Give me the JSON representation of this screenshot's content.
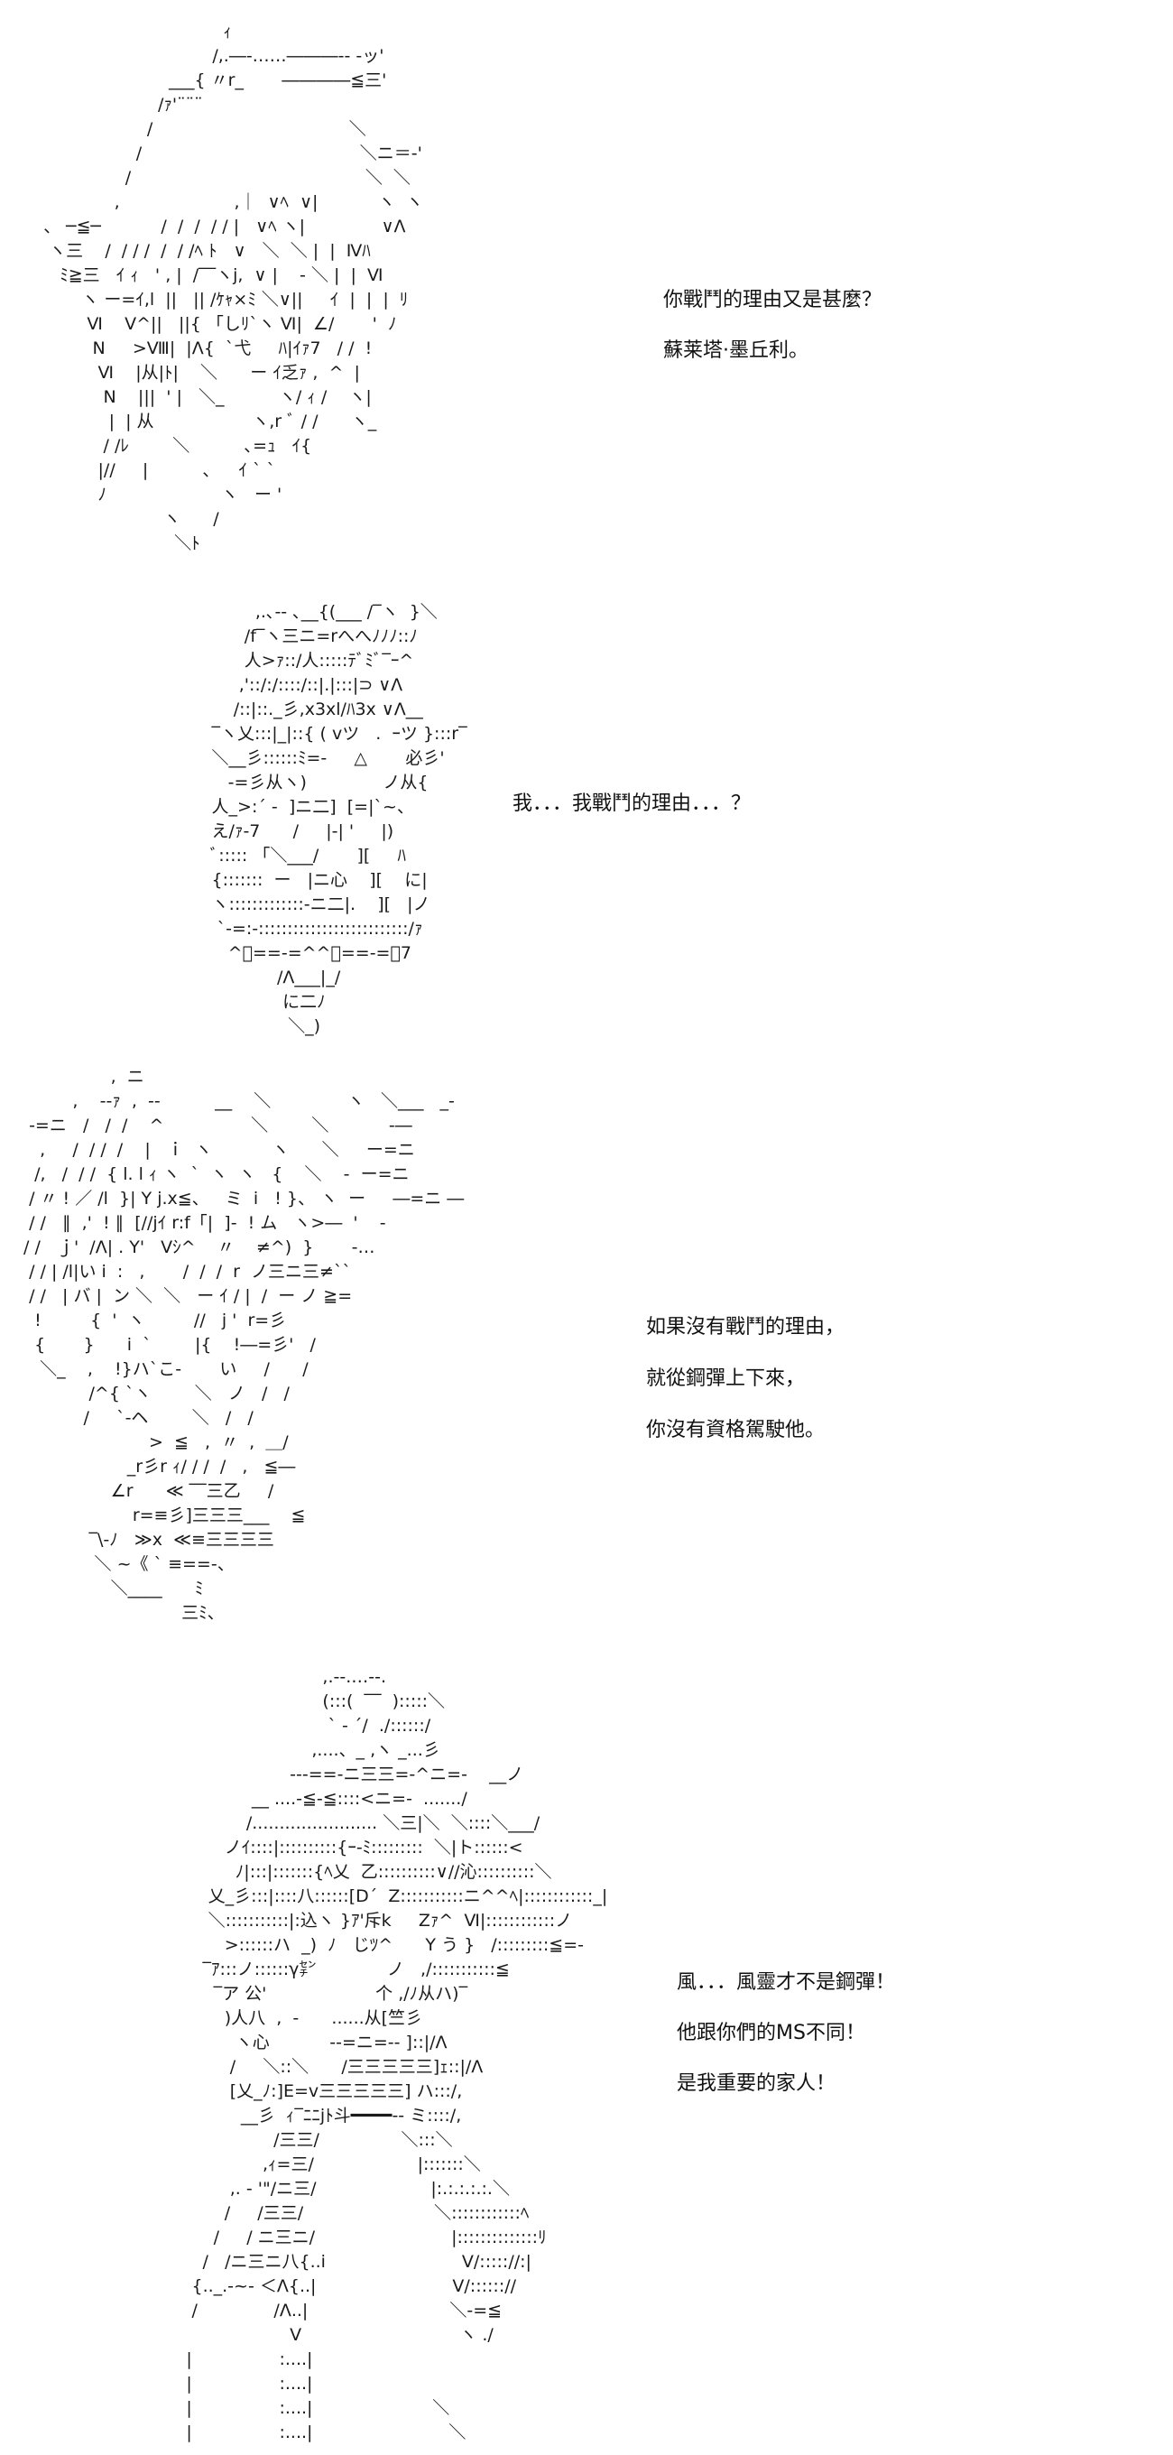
{
  "panels": [
    {
      "art": [
        "                                    ｨ",
        "                                  /,.―‐……―――-- ‐ッ'",
        "                          ___{ 〃r_       ――――≦三'",
        "                        /ｧ'¨¨¨",
        "                      /                                    ＼",
        "                    /                                        ＼ニ＝-'",
        "                  /                                           ＼  ＼",
        "                ,                     ,｜  ∨ﾍ  ∨|           ヽ  ヽ",
        "   、 ─≦─           /  /  /  / / |   ∨ﾍ ヽ|              ∨Λ",
        "    ヽ三    /  / / /  /  / /ﾍ ﾄ   ∨   ＼  ＼ |  |  Ⅳﾊ",
        "      ﾐ≧三   ｲ ｨ   ' , |  /‾‾ヽj,  ∨ |    - ＼ |  |  Ⅵ",
        "          ヽ ー=ｲ,l  ||   || /ｹｬ×ﾐ ＼∨||     ｲ  |  |  |  ﾘ",
        "           Ⅵ    V^||   ||{ 「しﾘ`ヽ Ⅵ|  ∠/       '  ﾉ",
        "            N     >Ⅷ|  |Λ{  `弋     ﾊ|ｲｧ7   / /  !",
        "             Ⅵ    |从|ﾄ|    ＼      ー ｲ乏ｧ ,  ^  |",
        "              N    |||  ' |   ＼_          ヽ/ ｨ /    ヽ|",
        "               |  | 从                  ヽ,r ﾞ / /      ヽ_",
        "              / /ﾚ        ＼          ､=ｭ   ｲ{",
        "             |//     |          ､     ｲ ` `",
        "             ﾉ                     ヽ   ー '",
        "                         ヽ      /",
        "                           ＼ﾄ"
      ],
      "dialog": [
        "你戰鬥的理由又是甚麼？",
        "蘇莱塔·墨丘利。"
      ]
    },
    {
      "art": [
        "                      ,.､-‐ ､__{(___ /‾ヽ  }＼",
        "                    /f‾ヽ三ニ=rへへﾉﾉﾉ::ﾉ",
        "                    人>ｧ::/人:::::ﾃﾞﾐﾞ‾ｰ^",
        "                   ,'::/:/::::/::|.|:::|⊃ ∨Λ",
        "                  /::|::._彡,x3xl/ﾊ3x ∨Λ__",
        "              ‾ヽ乂:::|_|::{ ( vツ   .  ｰツ }:::r‾",
        "              ＼__彡::::::ﾐ=-     △       必彡'",
        "                 ‐=彡从ヽ)              ノ从{",
        "              人_>:´ ‐  ]ニ二]  [=|`~、",
        "              え/ｧ-7      /     |-| '     |)",
        "              ﾞ::::: 「＼___/       ][     ﾊ",
        "              {:::::::  ー   |ニ心    ][    に|",
        "              ヽ:::::::::::::-ニ二|.    ][   |ノ",
        "               `‐=:‐::::::::::::::::::::::::::/ｧ",
        "                 ^ﾞ==-=^^ﾞ==-=ﾞ7",
        "                          /Λ___|_/",
        "                           に二ﾉ",
        "                            ＼_)"
      ],
      "dialog": [
        "我．．．我戰鬥的理由．．．？"
      ]
    },
    {
      "art": [
        "                 ,  ニ",
        "          ,    --ｧ  ,  --          __    ＼              ヽ   ＼___   _-",
        "  -=ニ   /   /  /    ^                ＼        ＼           ‐―",
        "    ,     /  / /  /    |   ｉ  ヽ           ヽ      ＼     ー=ニ",
        "   /,   /  / /  { l. l ｨ ヽ  `  ヽ  ヽ   {    ＼    -  ー=ニ",
        "  / 〃 ! ／ /l  }| Y j.x≦、   ミ  i   ! }、 ヽ  ー     ―=ニ ―",
        "  / /   ∥  ,'  ! ∥  [//jｲ r:f「|  ]‐  ! ム   ヽ>―  '    -",
        " / /   ｊ'  /Λ| . Y'   Vｼ^    〃    ≠^)  }       ‐…",
        "  / / | /l|い i  :   ,       /  /  /  r  ノ三ニ三≠``",
        "  / /   | バ |  ン ＼  ＼   ー ｲ / |  /  ー ノ ≧=",
        "   !         {  '  ヽ         //   j '  r=彡",
        "   {       }      i  `        |{    !―=彡'   /",
        "    ＼_    ,    !}ハ`こ‐       い     /      /",
        "             /^{ `ヽ        ＼   ノ   /   /",
        "            /     `‐ヘ        ＼   /   /",
        "                        >  ≦   ,  〃  ,  ＿/",
        "                    _r彡r ｨ/ / /  /   ,   ≦―",
        "                 ∠r      ≪ ‾‾三乙     /",
        "                     r=≡彡]三三三___    ≦",
        "             ‾\\-ﾉ   ≫x  ≪≡三三三三",
        "              ＼ ~《 ` ≡==-、",
        "                 ＼____      ﾐ",
        "                              三ﾐ、"
      ],
      "dialog": [
        "如果沒有戰鬥的理由，",
        "就從鋼彈上下來，",
        "你沒有資格駕駛他。"
      ]
    },
    {
      "art": [
        "                                    ,.-‐.…‐-.",
        "                                    (:::(  ‾‾  ):::::＼",
        "                                     ` ‐ ´/  ./::::::/",
        "                                  ,....、_ ,ヽ _...彡",
        "                              --‐==-ニ三三=‐^ニ=-    __ノ",
        "                       __ ....‐≦‐≦::::<ニ=-  ......./",
        "                      /....................... ＼三|＼  ＼::::＼___/",
        "                  ノｲ::::|::::::::::{ｰ-ﾐ:::::::::  ＼|ト::::::<",
        "                    ﾉ|:::|:::::::{ﾍ乂  乙::::::::::∨//沁::::::::::＼",
        "               乂_彡:::|::::八::::::[D´  Z:::::::::::ニ^^ﾍ|::::::::::::_|",
        "               ＼:::::::::::|:込ヽ }ｱ'斥k     Zｧ^  Ⅵ|::::::::::::ノ",
        "                  >::::::ハ  _)  ﾉ   じﾂ^      Y う }   /:::::::::≦=-",
        "              ‾ｱ:::ノ::::::γ㌢             ノ   ,/:::::::::::≦",
        "                ‾ア 公'                    个 ,/ﾉ从ハ)‾",
        "                  )人八  ,  -      ......从[竺彡",
        "                    ヽ心           ‐-=ニ=-‐ ]::|/Λ",
        "                   /     ＼::＼      /三三三三三]ｪ::|/Λ",
        "                   [乂_ﾉ:]E=v三三三三三] ハ:::/,",
        "                     __彡  ｨ‾ﾆﾆjﾄ斗━━━━-‐ ミ::::/,",
        "                           /三三/               ＼:::＼",
        "                         ,ｨ=三/                   |:::::::＼",
        "                   ,. ‐ '\"/ニ三/                     |:.:.:.:.:.＼",
        "                  /     /三三/                        ＼::::::::::::ﾍ",
        "                /     / ニ三ニ/                         |::::::::::::::ﾘ",
        "              /   /ニ三ニ八{..i                         V/::::://:|",
        "            {.._.‐~‐ ＜Λ{..|                         V/:::::://",
        "            /              /Λ..|                          ＼-=≦",
        "                              V                             ヽ ./",
        "           |                :....|",
        "           |                :....|",
        "           |                :....|                      ＼",
        "           |                :....|                         ＼"
      ],
      "dialog": [
        "風．．．風靈才不是鋼彈！",
        "他跟你們的MS不同！",
        "是我重要的家人！"
      ]
    }
  ]
}
